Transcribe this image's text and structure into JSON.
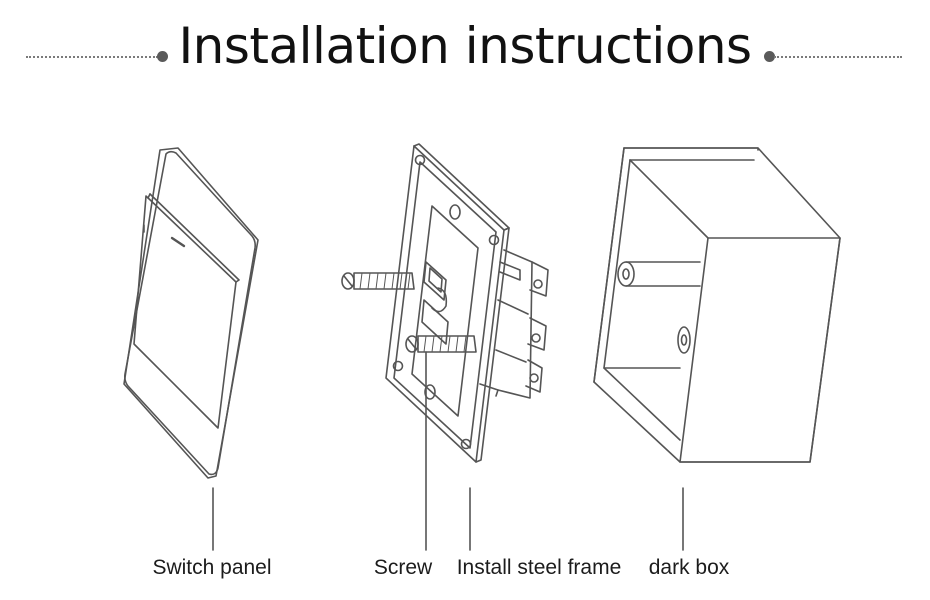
{
  "header": {
    "title": "Installation instructions"
  },
  "labels": {
    "switch_panel": "Switch panel",
    "screw": "Screw",
    "steel_frame": "Install steel frame",
    "dark_box": "dark box"
  },
  "colors": {
    "line": "#555555",
    "title": "#111111",
    "text": "#1c1c1c"
  }
}
